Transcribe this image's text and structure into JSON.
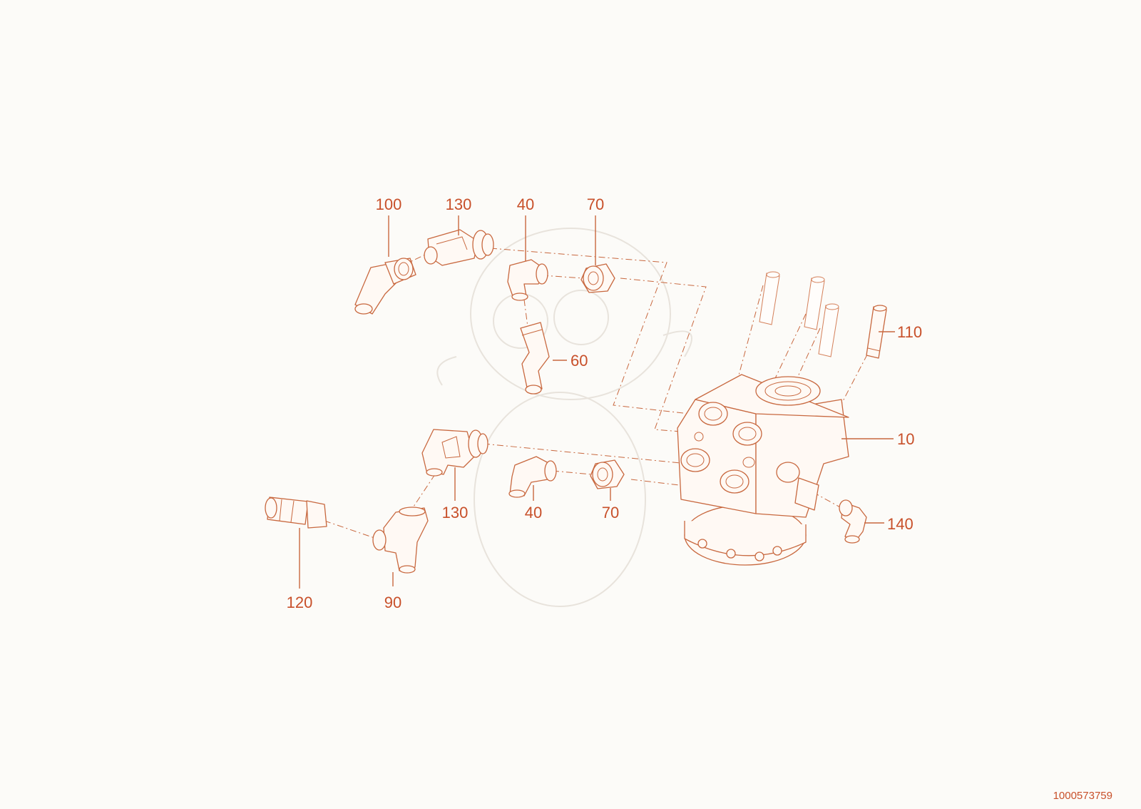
{
  "callouts": {
    "c100": "100",
    "c130_top": "130",
    "c40_top": "40",
    "c70_top": "70",
    "c60": "60",
    "c110": "110",
    "c10": "10",
    "c130_bottom": "130",
    "c40_bottom": "40",
    "c70_bottom": "70",
    "c140": "140",
    "c120": "120",
    "c90": "90"
  },
  "document_number": "1000573759",
  "colors": {
    "line": "#c8683f",
    "text": "#c8502a",
    "background": "#fcfbf8"
  }
}
